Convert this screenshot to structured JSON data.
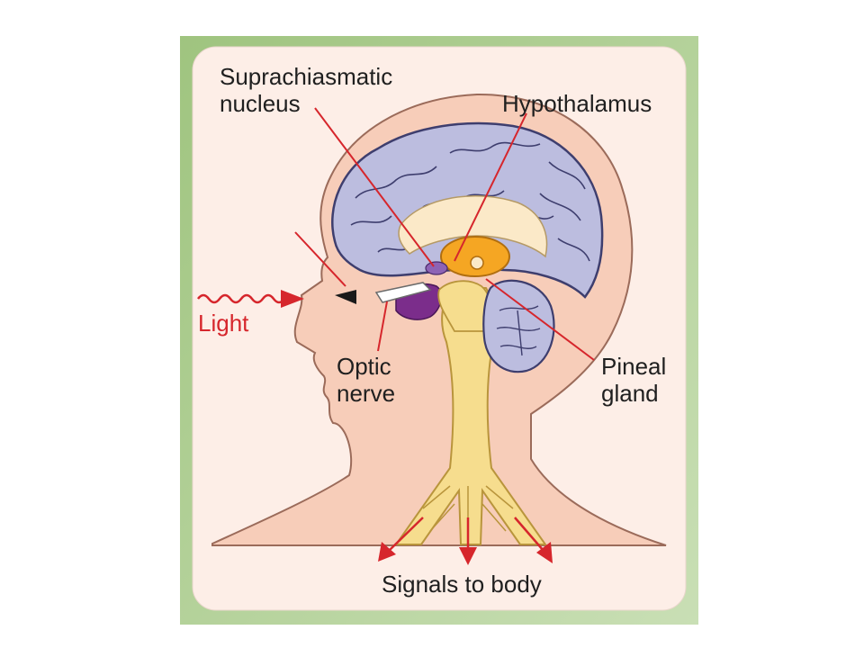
{
  "labels": {
    "suprachiasmatic_line1": "Suprachiasmatic",
    "suprachiasmatic_line2": "nucleus",
    "hypothalamus": "Hypothalamus",
    "light": "Light",
    "optic_line1": "Optic",
    "optic_line2": "nerve",
    "pineal_line1": "Pineal",
    "pineal_line2": "gland",
    "signals": "Signals to body"
  },
  "colors": {
    "frame_green": "#a8c98a",
    "panel_bg": "#fdeee7",
    "skin": "#f7cdb9",
    "brain": "#bcbddf",
    "brain_outline": "#3e3e6e",
    "nerve": "#f6dd8e",
    "hypothalamus": "#f5a623",
    "pituitary": "#7b2d8b",
    "annotation_red": "#d6262c"
  }
}
